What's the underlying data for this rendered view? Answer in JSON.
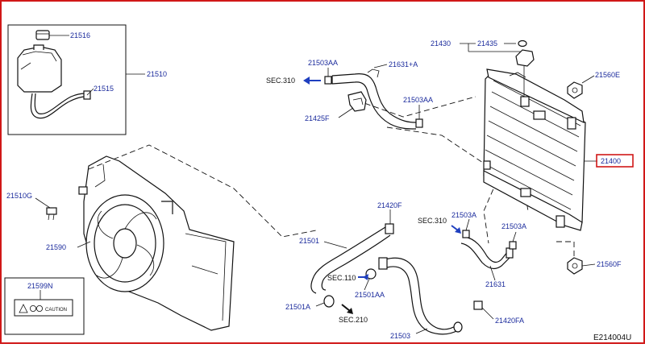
{
  "labels": {
    "l21516": "21516",
    "l21510": "21510",
    "l21515": "21515",
    "l21503AA_top": "21503AA",
    "l21631A": "21631+A",
    "lsec310_top": "SEC.310",
    "l21425F": "21425F",
    "l21503AA_mid": "21503AA",
    "l21430": "21430",
    "l21435": "21435",
    "l21560E": "21560E",
    "l21400": "21400",
    "l21510G": "21510G",
    "l21590": "21590",
    "l21420F": "21420F",
    "lsec310_mid": "SEC.310",
    "l21503A_1": "21503A",
    "l21503A_2": "21503A",
    "l21501": "21501",
    "lsec110": "SEC.110",
    "l21501AA": "21501AA",
    "l21501A": "21501A",
    "lsec210": "SEC.210",
    "l21631": "21631",
    "l21560F": "21560F",
    "l21599N": "21599N",
    "l21420FA": "21420FA",
    "l21503": "21503",
    "caution": "CAUTION",
    "diagram_code": "E214004U"
  },
  "colors": {
    "frame": "#d01818",
    "label_text": "#1a2a9c",
    "arrow_blue": "#1f3fbf",
    "line": "#111111"
  }
}
